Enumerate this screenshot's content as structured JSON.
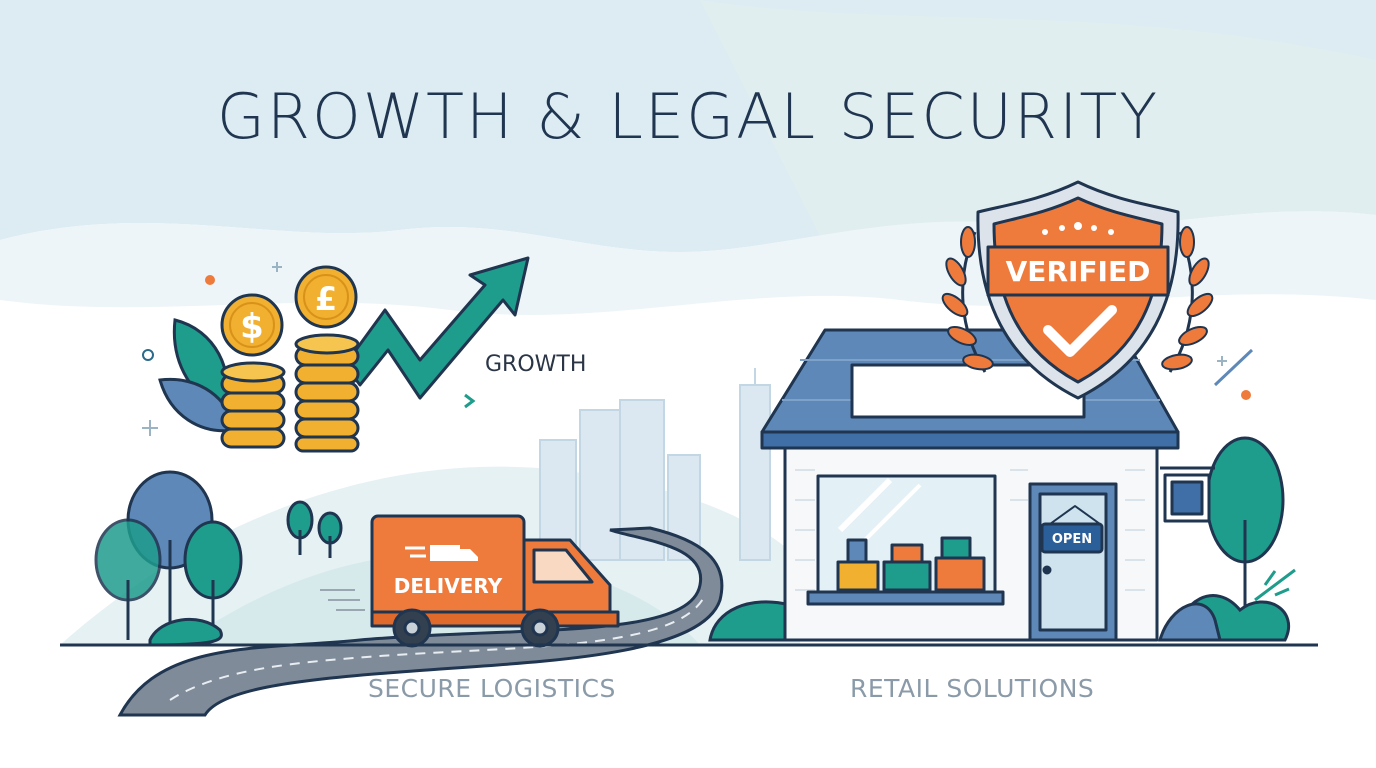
{
  "title": "GROWTH & LEGAL SECURITY",
  "growth_label": "GROWTH",
  "badge_label": "VERIFIED",
  "truck_label": "DELIVERY",
  "door_sign": "OPEN",
  "coin_dollar": "$",
  "coin_pound": "£",
  "captions": {
    "logistics": "SECURE LOGISTICS",
    "retail": "RETAIL SOLUTIONS"
  },
  "colors": {
    "navy": "#1f3550",
    "orange": "#ee7a3c",
    "teal": "#1e9c8c",
    "gold": "#f1b030",
    "sky": "#dceef2",
    "steel": "#5e88b8"
  }
}
